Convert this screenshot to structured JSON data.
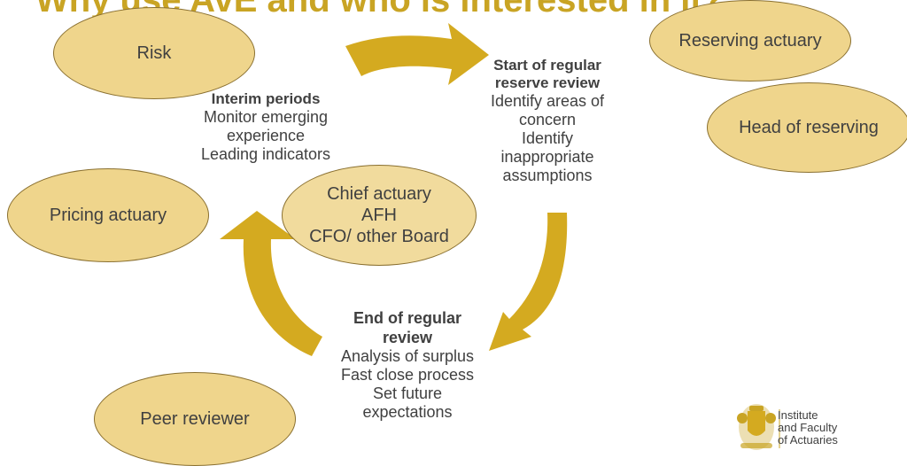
{
  "slide": {
    "title": "Why use AvE and who is interested in it?"
  },
  "stakeholders": {
    "risk": "Risk",
    "reserving_actuary": "Reserving actuary",
    "head_of_reserving": "Head of reserving",
    "pricing_actuary": "Pricing actuary",
    "peer_reviewer": "Peer reviewer",
    "chief_actuary_lines": [
      "Chief actuary",
      "AFH",
      "CFO/ other Board"
    ]
  },
  "cycle": {
    "start": {
      "heading_lines": [
        "Start of regular",
        "reserve review"
      ],
      "body_lines": [
        "Identify areas of",
        "concern",
        "Identify",
        "inappropriate",
        "assumptions"
      ]
    },
    "interim": {
      "heading_lines": [
        "Interim periods"
      ],
      "body_lines": [
        "Monitor emerging",
        "experience",
        "Leading indicators"
      ]
    },
    "end": {
      "heading_lines": [
        "End of regular",
        "review"
      ],
      "body_lines": [
        "Analysis of surplus",
        "Fast close process",
        "Set future",
        "expectations"
      ]
    }
  },
  "logo": {
    "lines": [
      "Institute",
      "and Faculty",
      "of Actuaries"
    ]
  },
  "colors": {
    "arrow": "#d4aa20",
    "ellipse_fill": "#efd58c",
    "ellipse_border": "#8a7030",
    "title": "#c9a424"
  }
}
